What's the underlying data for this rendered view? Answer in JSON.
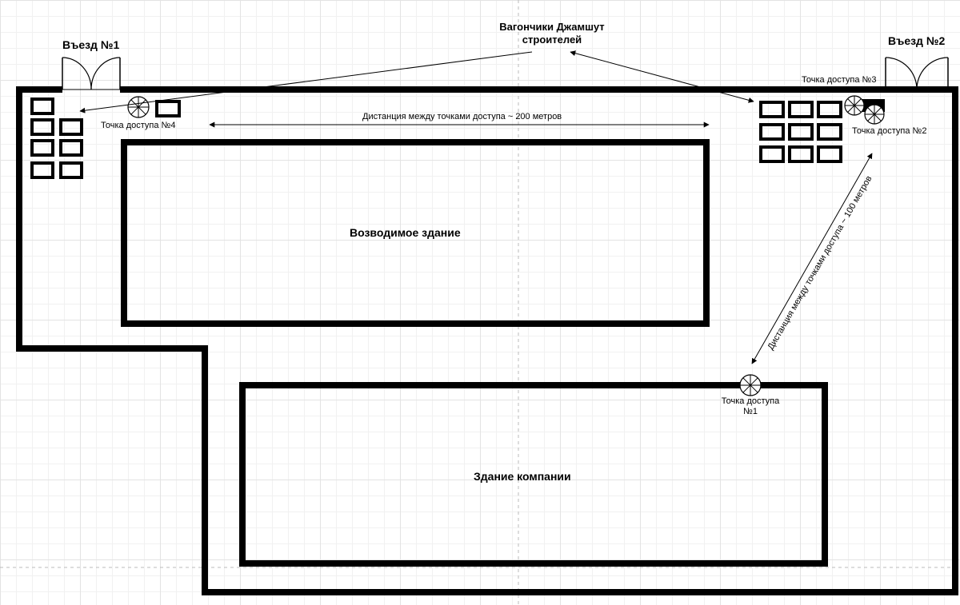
{
  "entrances": [
    {
      "label": "Въезд №1"
    },
    {
      "label": "Въезд №2"
    }
  ],
  "trailers": {
    "label_line1": "Вагончики Джамшут",
    "label_line2": "строителей"
  },
  "access_points": [
    {
      "label": "Точка доступа №1",
      "label_line1": "Точка доступа",
      "label_line2": "№1"
    },
    {
      "label": "Точка доступа №2"
    },
    {
      "label": "Точка доступа №3"
    },
    {
      "label": "Точка доступа №4"
    }
  ],
  "distances": {
    "horizontal": "Дистанция между точками доступа ~ 200 метров",
    "diagonal": "Дистанция между точками доступа ~ 100 метров"
  },
  "buildings": {
    "under_construction": "Возводимое здание",
    "company": "Здание компании"
  },
  "colors": {
    "wall": "#000000",
    "grid": "#e3e3e3",
    "background": "#ffffff"
  }
}
